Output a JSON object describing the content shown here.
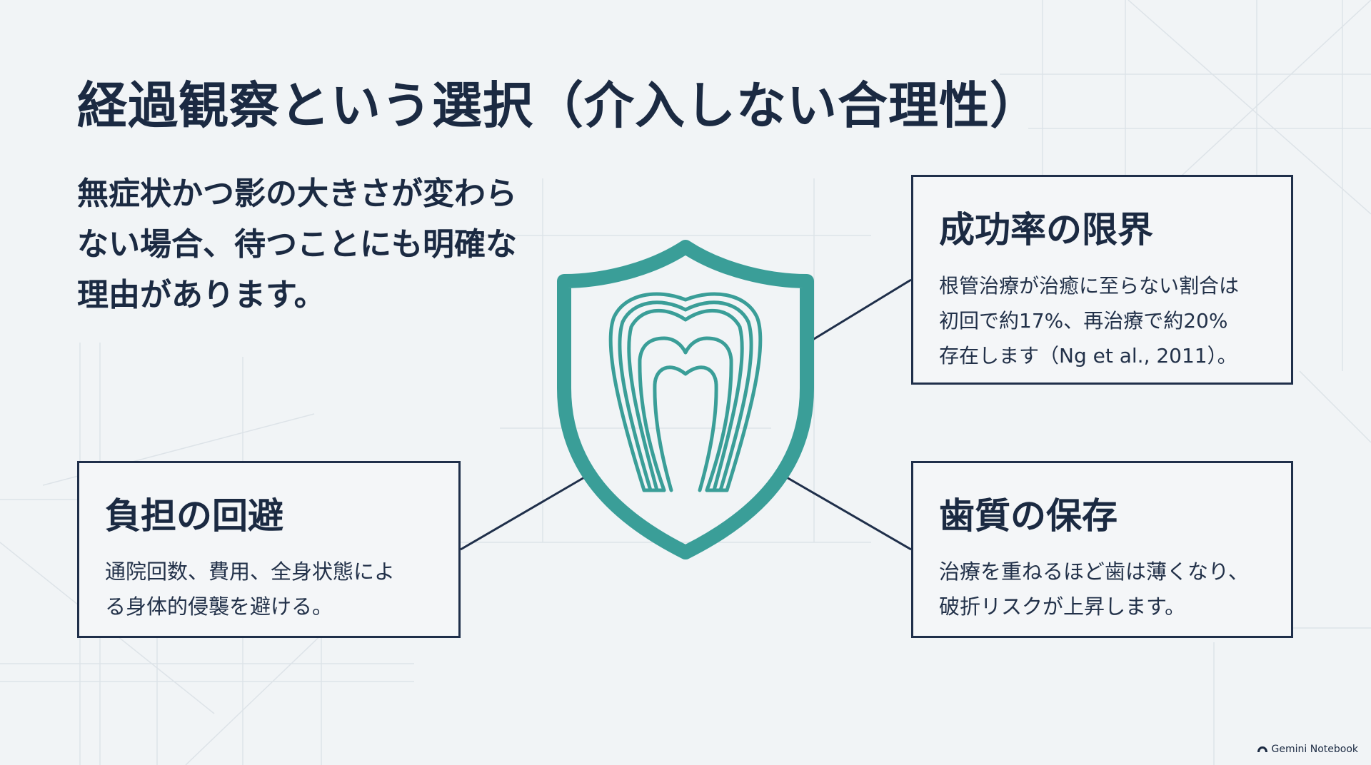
{
  "title": "経過観察という選択（介入しない合理性）",
  "lead": "無症状かつ影の大きさが変わらない場合、待つことにも明確な理由があります。",
  "cards": {
    "success": {
      "title": "成功率の限界",
      "lines": [
        "根管治療が治癒に至らない割合は",
        "初回で約17%、再治療で約20%",
        "存在します（Ng et al., 2011）。"
      ]
    },
    "burden": {
      "title": "負担の回避",
      "lines": [
        "通院回数、費用、全身状態によ",
        "る身体的侵襲を避ける。"
      ]
    },
    "tooth": {
      "title": "歯質の保存",
      "lines": [
        "治療を重ねるほど歯は薄くなり、",
        "破折リスクが上昇します。"
      ]
    }
  },
  "icons": {
    "center": "shield-tooth-icon",
    "watermark": "notebook-logo-icon"
  },
  "colors": {
    "background": "#f1f4f6",
    "text": "#1b2a42",
    "border": "#1f2f4a",
    "accent": "#3a9e98"
  },
  "watermark": "Gemini Notebook"
}
